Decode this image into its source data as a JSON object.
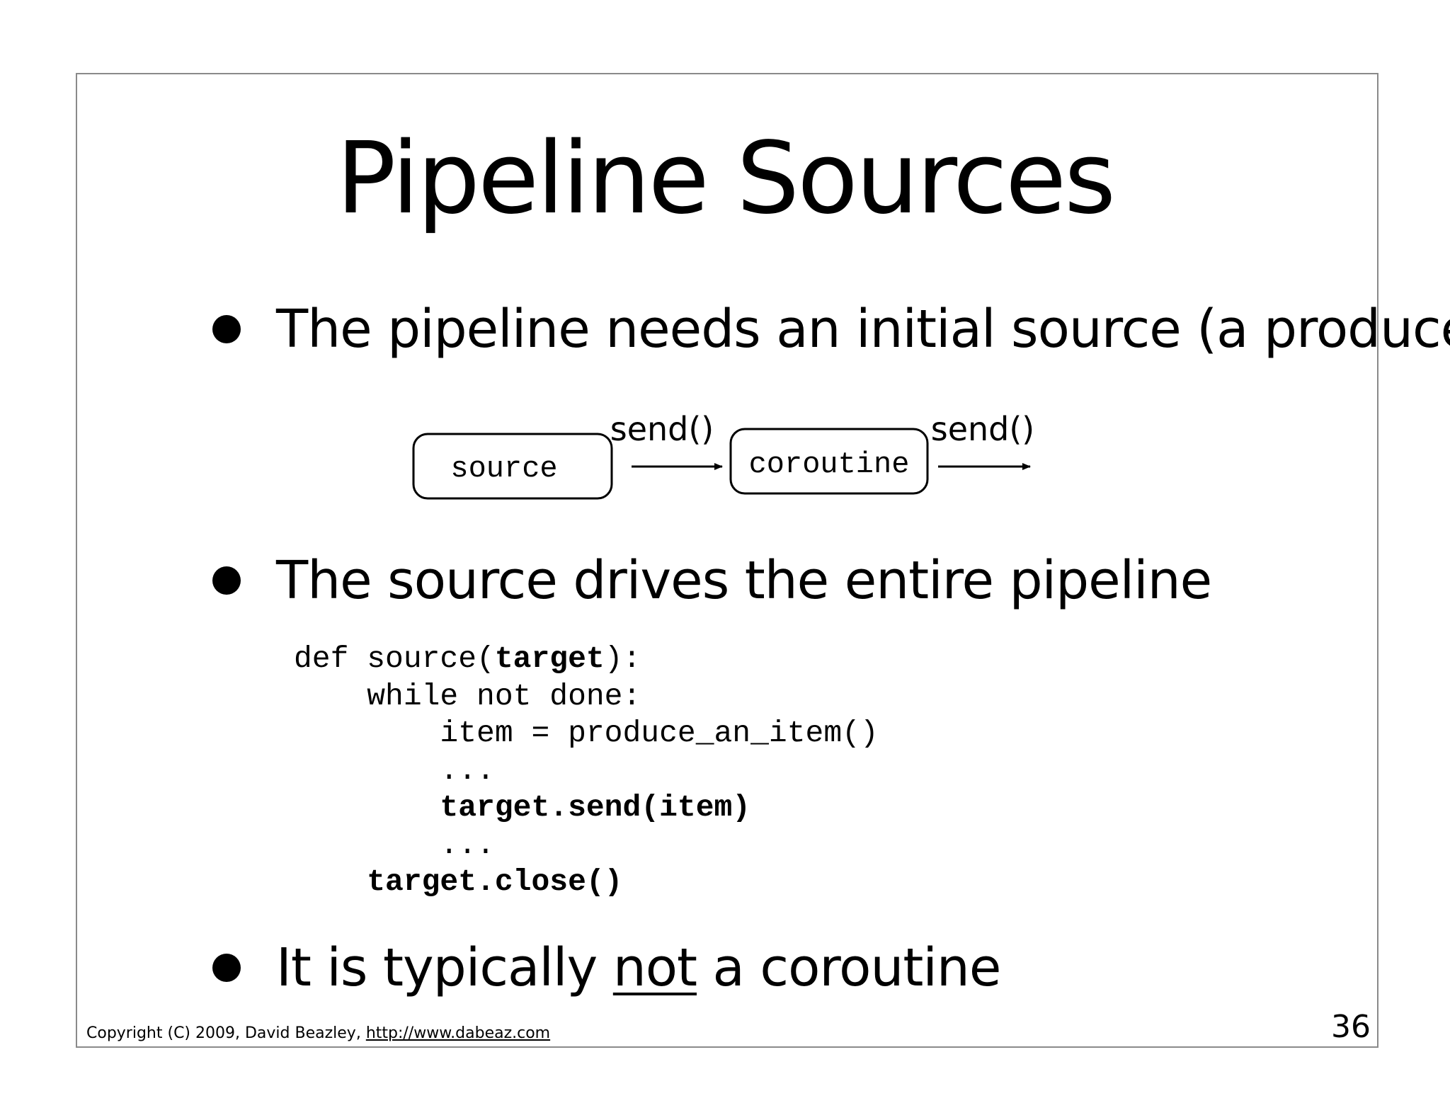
{
  "slide": {
    "title": "Pipeline Sources",
    "bullets": [
      {
        "text": "The pipeline needs an initial source (a producer)"
      },
      {
        "text": "The source drives the entire pipeline"
      },
      {
        "text_before": "It is typically ",
        "text_underlined": "not",
        "text_after": " a coroutine"
      }
    ],
    "diagram": {
      "nodes": [
        "source",
        "coroutine"
      ],
      "edges": [
        "send()",
        "send()"
      ]
    },
    "code": {
      "lines": [
        [
          {
            "t": "def source(",
            "b": false
          },
          {
            "t": "target",
            "b": true
          },
          {
            "t": "):",
            "b": false
          }
        ],
        [
          {
            "t": "    while not done:",
            "b": false
          }
        ],
        [
          {
            "t": "        item = produce_an_item()",
            "b": false
          }
        ],
        [
          {
            "t": "        ...",
            "b": false
          }
        ],
        [
          {
            "t": "        target.send(item)",
            "b": true
          }
        ],
        [
          {
            "t": "        ...",
            "b": false
          }
        ],
        [
          {
            "t": "    target.close()",
            "b": true
          }
        ]
      ]
    },
    "footer": {
      "copyright": "Copyright (C) 2009,  David Beazley, ",
      "link_text": "http://www.dabeaz.com"
    },
    "page_number": "36"
  }
}
